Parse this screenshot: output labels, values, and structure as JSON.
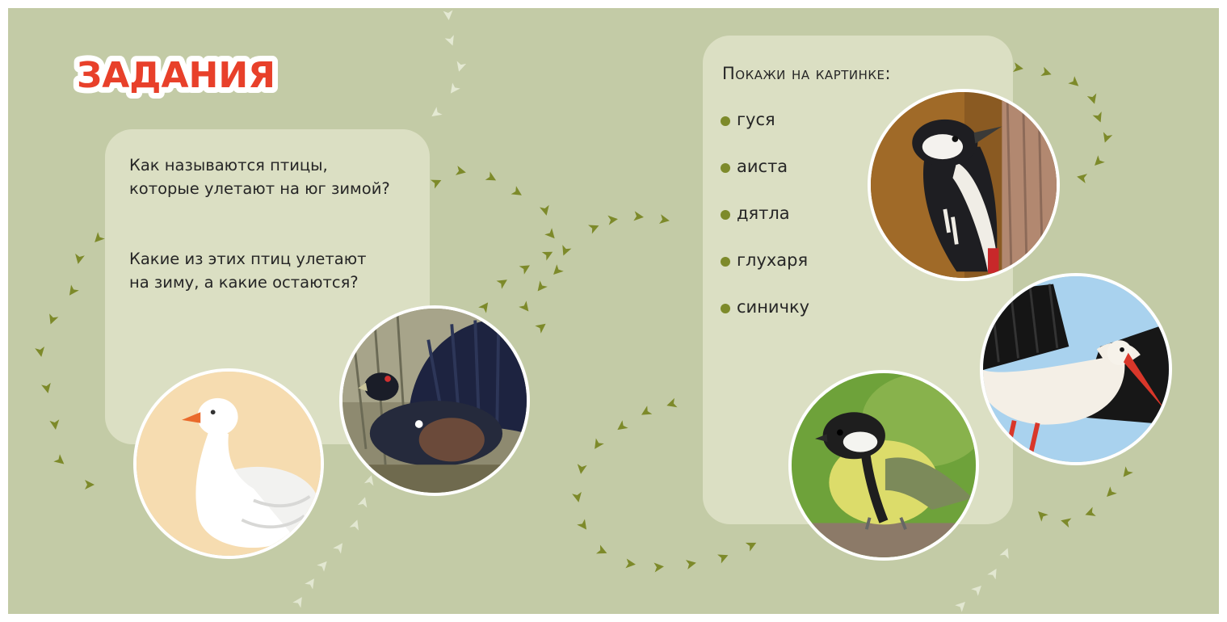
{
  "title": "ЗАДАНИЯ",
  "left_panel": {
    "question_1": [
      "Как называются птицы,",
      "которые улетают на юг зимой?"
    ],
    "question_2": [
      "Какие из этих птиц улетают",
      "на зиму, а какие остаются?"
    ]
  },
  "right_panel": {
    "prompt": "Покажи на картинке:",
    "items": [
      "гуся",
      "аиста",
      "дятла",
      "глухаря",
      "синичку"
    ]
  },
  "photos": {
    "goose": "goose-photo",
    "capercaillie": "capercaillie-photo",
    "woodpecker": "woodpecker-photo",
    "stork": "stork-photo",
    "tit": "tit-photo"
  },
  "colors": {
    "background": "#c3cba6",
    "panel": "#dbdfc3",
    "title_red": "#e8402a",
    "track_green": "#7d8a2a",
    "bullet_green": "#7d8a2a"
  }
}
